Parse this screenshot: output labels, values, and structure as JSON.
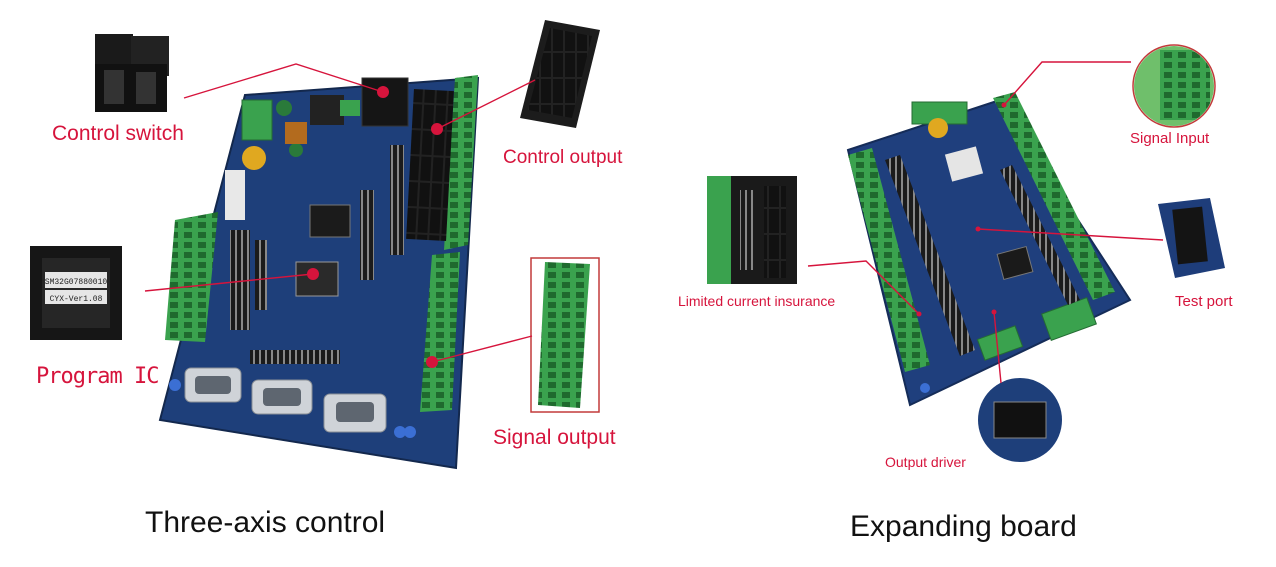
{
  "left": {
    "caption": "Three-axis control",
    "callouts": {
      "control_switch": "Control switch",
      "control_output": "Control output",
      "program_ic": "Program IC",
      "signal_output": "Signal output"
    },
    "chip_text": [
      "SM32G07880010",
      "CYX-Ver1.08"
    ]
  },
  "right": {
    "caption": "Expanding board",
    "callouts": {
      "signal_input": "Signal Input",
      "test_port": "Test port",
      "limited_current": "Limited current insurance",
      "output_driver": "Output driver"
    }
  },
  "colors": {
    "pcb_blue": "#1e3f7a",
    "terminal_green": "#3aa24e",
    "callout_red": "#d6143c"
  }
}
